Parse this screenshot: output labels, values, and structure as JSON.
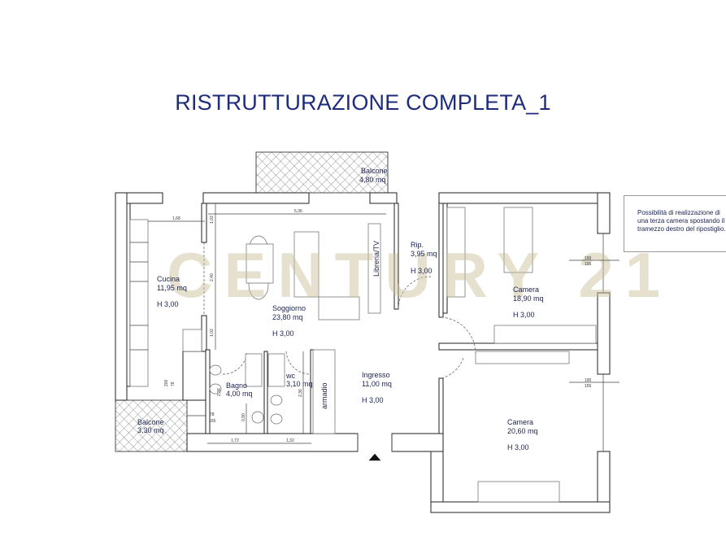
{
  "title": "RISTRUTTURAZIONE COMPLETA_1",
  "watermark": "CENTURY 21",
  "note": "Possibilità di realizzazione di una terza camera spostando il tramezzo destro del ripostiglio.",
  "rooms": {
    "balcone_top": {
      "name": "Balcone",
      "area": "4,80 mq"
    },
    "cucina": {
      "name": "Cucina",
      "area": "11,95 mq",
      "height": "H 3,00"
    },
    "soggiorno": {
      "name": "Soggiorno",
      "area": "23,80 mq",
      "height": "H 3,00"
    },
    "libreria": {
      "name": "Libreria/TV"
    },
    "ripostiglio": {
      "name": "Rip.",
      "area": "3,95 mq",
      "height": "H 3,00"
    },
    "camera1": {
      "name": "Camera",
      "area": "18,90 mq",
      "height": "H 3,00"
    },
    "bagno": {
      "name": "Bagno",
      "area": "4,00 mq"
    },
    "wc": {
      "name": "wc",
      "area": "3,10 mq"
    },
    "armadio": {
      "name": "armadio"
    },
    "ingresso": {
      "name": "Ingresso",
      "area": "11,00 mq",
      "height": "H 3,00"
    },
    "camera2": {
      "name": "Camera",
      "area": "20,60 mq",
      "height": "H 3,00"
    },
    "balcone_left": {
      "name": "Balcone",
      "area": "3,30 mq"
    }
  },
  "dimensions": {
    "d_cucina_width": "1,68",
    "d_soggiorno_width": "5,36",
    "d_opening_top": "1,02",
    "d_opening_mid": "2,40",
    "d_opening_bot": "1,02",
    "d_bagno_width": "1,72",
    "d_wc_width": "1,32",
    "d_bagno_h": "2,36",
    "d_wc_h": "2,36",
    "d_bagno_sub": "0,90",
    "d_window_small": "78",
    "d_window_small_h": "155",
    "d_window_cam1_a": "190",
    "d_window_cam1_b": "155",
    "d_window_cam2_a": "190",
    "d_window_cam2_b": "155",
    "d_door_left": "200",
    "d_door_left_b": "78"
  }
}
